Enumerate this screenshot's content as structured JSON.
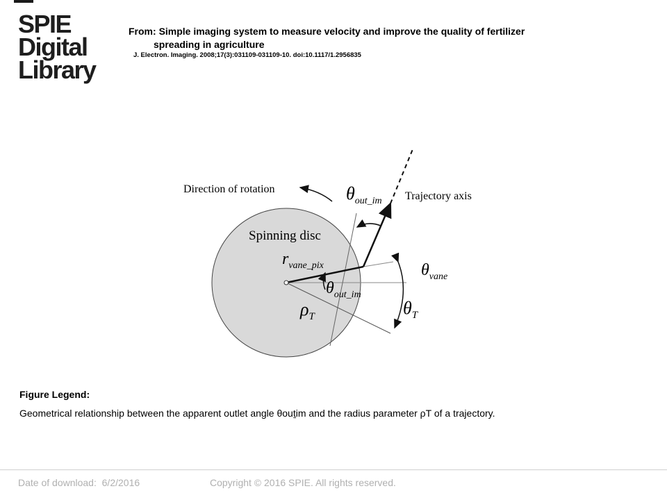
{
  "logo": {
    "line1": "SPIE",
    "line2": "Digital",
    "line3": "Library"
  },
  "header": {
    "from_label": "From:",
    "title_line1": "Simple imaging system to measure velocity and improve the quality of fertilizer",
    "title_line2": "spreading in agriculture",
    "citation": "J. Electron. Imaging. 2008;17(3):031109-031109-10. doi:10.1117/1.2956835"
  },
  "figure": {
    "direction_label": "Direction of rotation",
    "disc_label": "Spinning disc",
    "trajectory_label": "Trajectory axis",
    "theta_out_top": "θ",
    "theta_out_top_sub": "out_im",
    "r_label": "r",
    "r_sub": "vane_pix",
    "theta_out_inner": "θ",
    "theta_out_inner_sub": "out_im",
    "rho_label": "ρ",
    "rho_sub": "T",
    "theta_vane": "θ",
    "theta_vane_sub": "vane",
    "theta_t": "θ",
    "theta_t_sub": "T"
  },
  "legend": {
    "heading": "Figure Legend:",
    "text": "Geometrical relationship between the apparent outlet angle θouṯim and the radius parameter ρT of a trajectory."
  },
  "footer": {
    "date_label": "Date of download:",
    "date_value": "6/2/2016",
    "copyright": "Copyright © 2016 SPIE. All rights reserved."
  }
}
